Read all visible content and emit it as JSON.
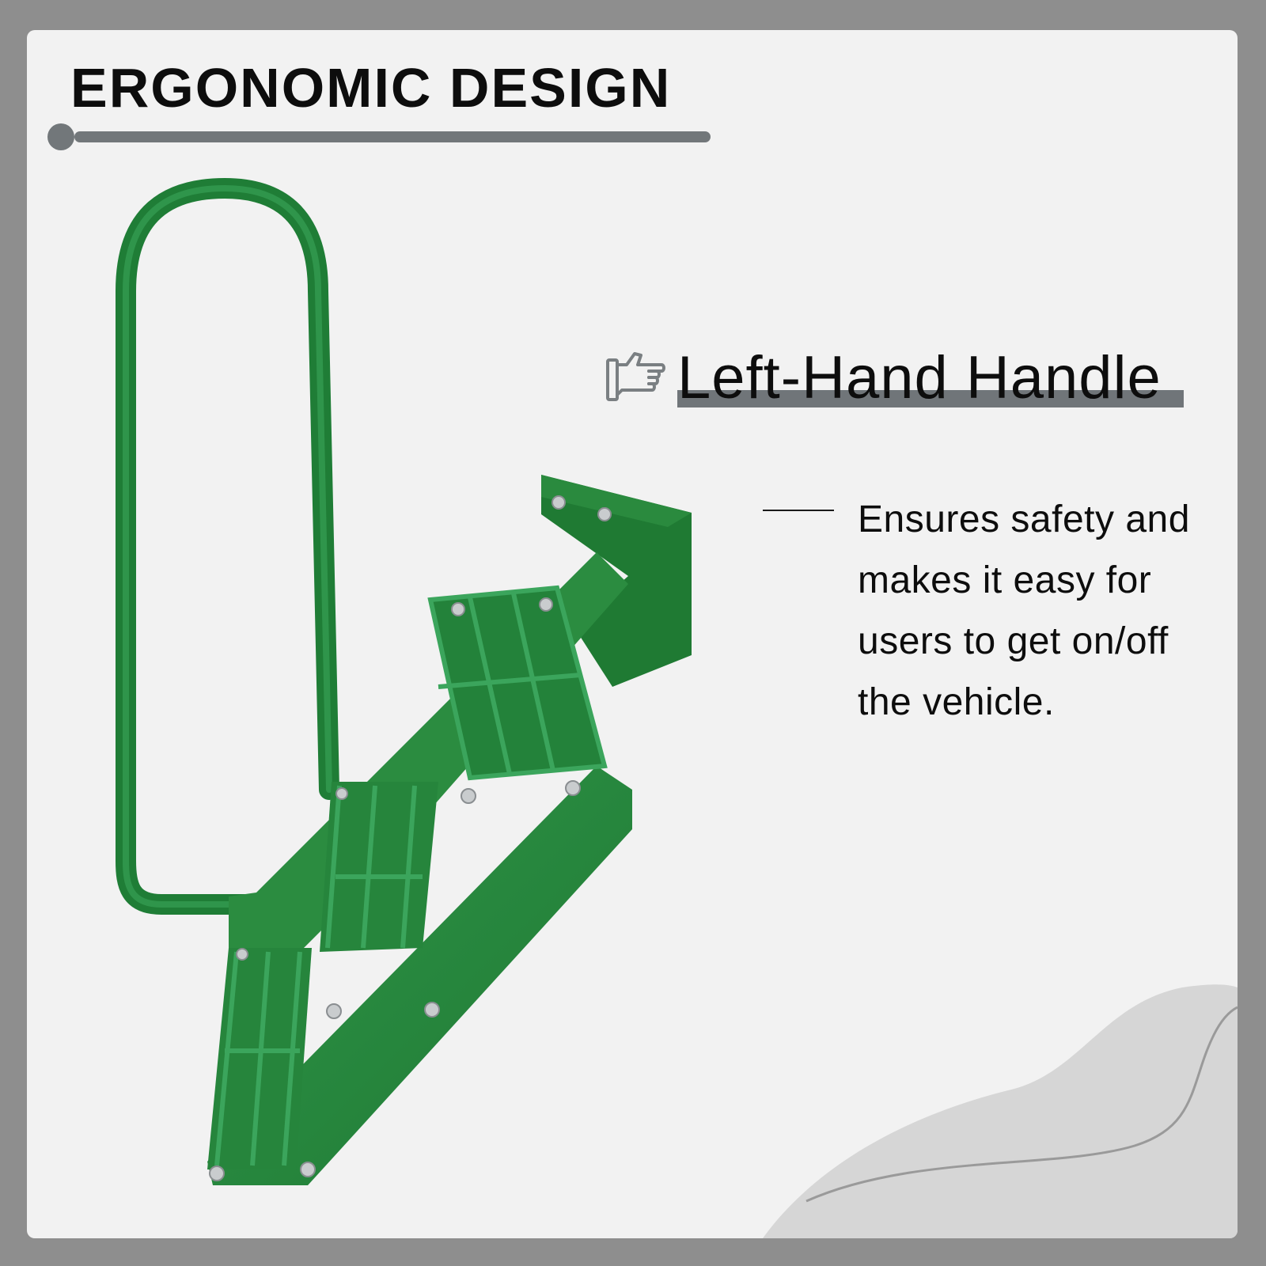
{
  "header": {
    "title": "ERGONOMIC DESIGN"
  },
  "feature": {
    "title": "Left-Hand Handle",
    "icon": "pointing-hand-icon",
    "description": "Ensures safety and makes it easy for users to get on/off the vehicle."
  },
  "product": {
    "subject": "green-step-ladder-image"
  },
  "colors": {
    "background": "#f2f2f2",
    "frame": "#8e8e8e",
    "accent_bar": "#72777a",
    "product_green": "#2a8a3e"
  }
}
